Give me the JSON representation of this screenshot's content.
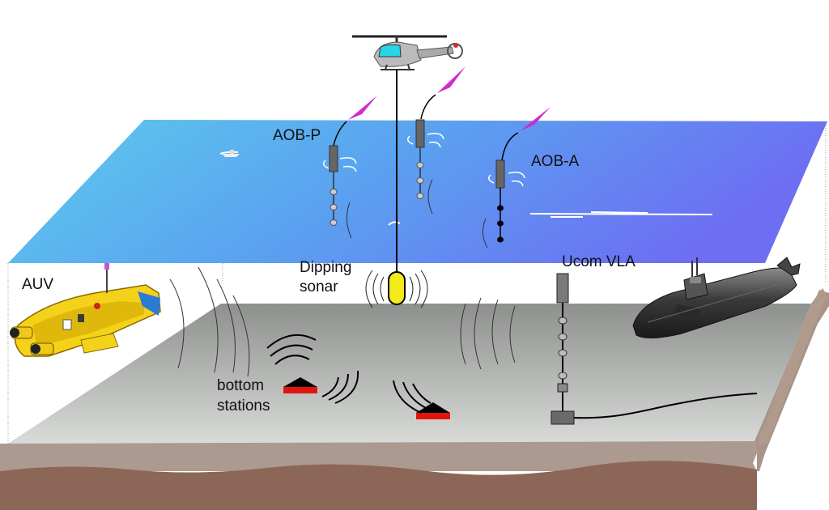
{
  "labels": {
    "aob_p": "AOB-P",
    "aob_a": "AOB-A",
    "auv": "AUV",
    "dipping_sonar_line1": "Dipping",
    "dipping_sonar_line2": "sonar",
    "ucom_vla": "Ucom VLA",
    "bottom_stations_line1": "bottom",
    "bottom_stations_line2": "stations"
  },
  "icons": {
    "helicopter": "helicopter-icon",
    "auv": "auv-icon",
    "submarine": "submarine-icon",
    "buoy_antenna": "antenna-icon",
    "bottom_station": "bottom-station-icon",
    "ship": "ship-icon"
  },
  "colors": {
    "sea_surface_left": "#5ec8ea",
    "sea_surface_right": "#6e72f0",
    "seabed": "#9a9c9a",
    "sediment": "#8a6454",
    "sonar_yellow": "#f2ea1a",
    "station_red": "#e0160e",
    "antenna_magenta": "#d02ad0"
  }
}
